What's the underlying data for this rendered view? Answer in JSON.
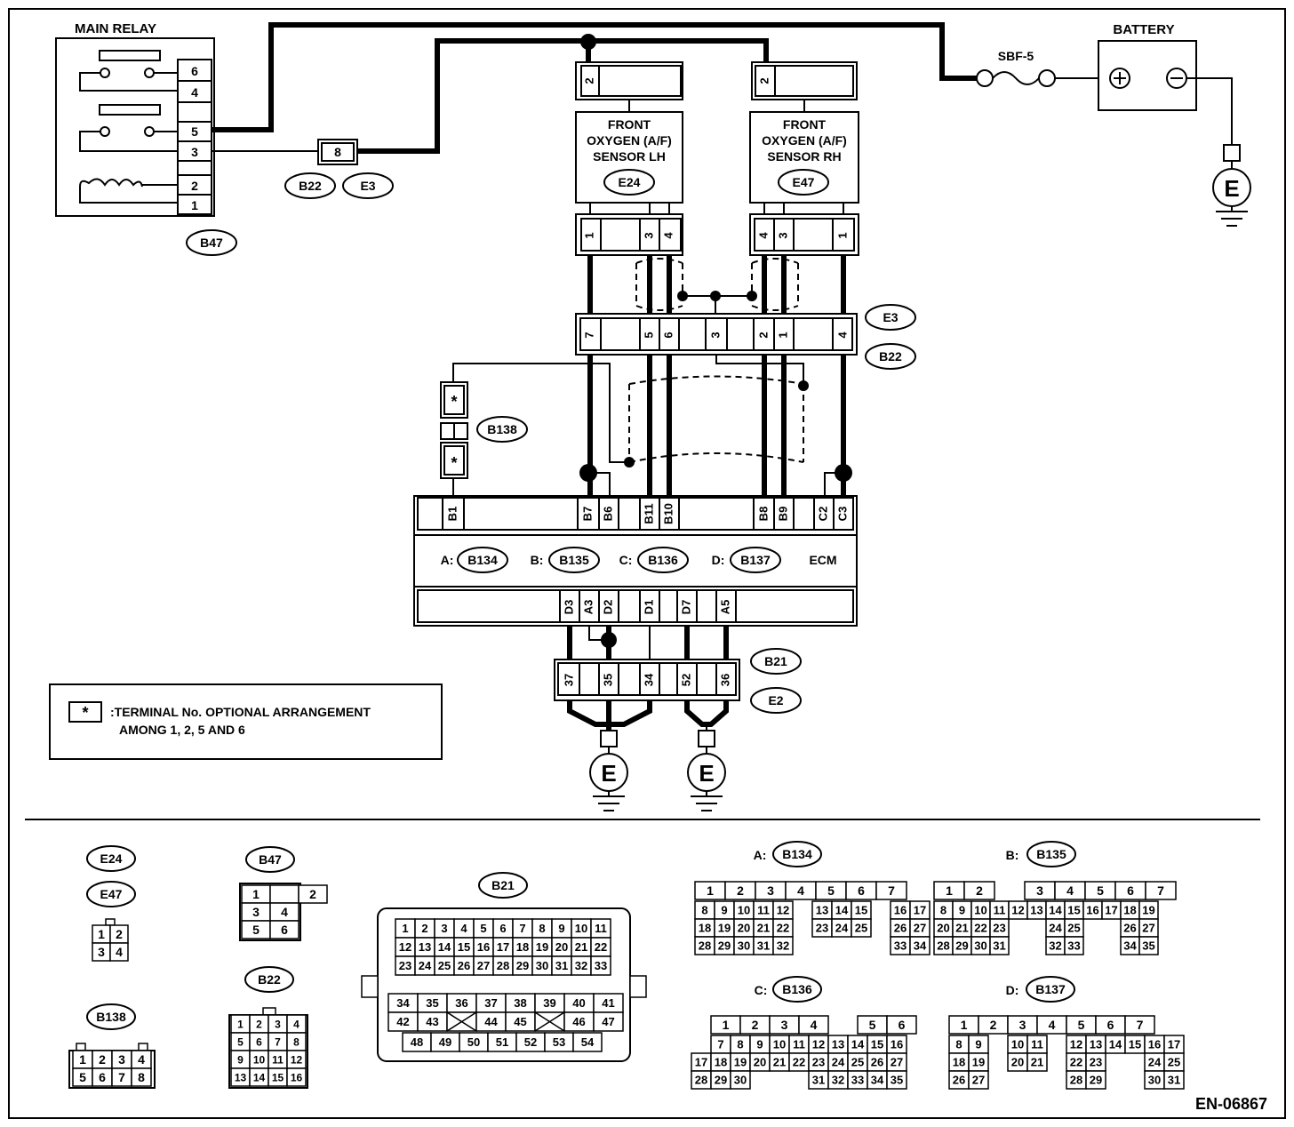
{
  "labels": {
    "main_relay": "MAIN RELAY",
    "battery": "BATTERY",
    "fuse": "SBF-5",
    "sensor_lh": [
      "FRONT",
      "OXYGEN (A/F)",
      "SENSOR LH"
    ],
    "sensor_rh": [
      "FRONT",
      "OXYGEN (A/F)",
      "SENSOR RH"
    ],
    "ecm": "ECM",
    "a_prefix": "A:",
    "b_prefix": "B:",
    "c_prefix": "C:",
    "d_prefix": "D:",
    "legend_line1": ":TERMINAL No. OPTIONAL ARRANGEMENT",
    "legend_line2": "AMONG 1, 2, 5 AND 6",
    "star": "*",
    "ground": "E",
    "plus": "+",
    "minus": "−",
    "code": "EN-06867"
  },
  "connectors": {
    "b47": "B47",
    "b22": "B22",
    "e3": "E3",
    "e24": "E24",
    "e47": "E47",
    "b138": "B138",
    "b134": "B134",
    "b135": "B135",
    "b136": "B136",
    "b137": "B137",
    "b21": "B21",
    "e2": "E2"
  },
  "pins": {
    "relay": [
      "6",
      "4",
      "5",
      "3",
      "2",
      "1"
    ],
    "b22_single": "8",
    "sensor_lh_top": "2",
    "sensor_rh_top": "2",
    "sensor_lh_bottom": [
      "1",
      "3",
      "4"
    ],
    "sensor_rh_bottom": [
      "4",
      "3",
      "1"
    ],
    "e3_row": [
      "7",
      "5",
      "6",
      "3",
      "2",
      "1",
      "4"
    ],
    "ecm_top": [
      "B1",
      "B7",
      "B6",
      "B11",
      "B10",
      "B8",
      "B9",
      "C2",
      "C3"
    ],
    "ecm_bottom": [
      "D3",
      "A3",
      "D2",
      "D1",
      "D7",
      "A5"
    ],
    "b21_row": [
      "37",
      "35",
      "34",
      "52",
      "36"
    ]
  }
}
